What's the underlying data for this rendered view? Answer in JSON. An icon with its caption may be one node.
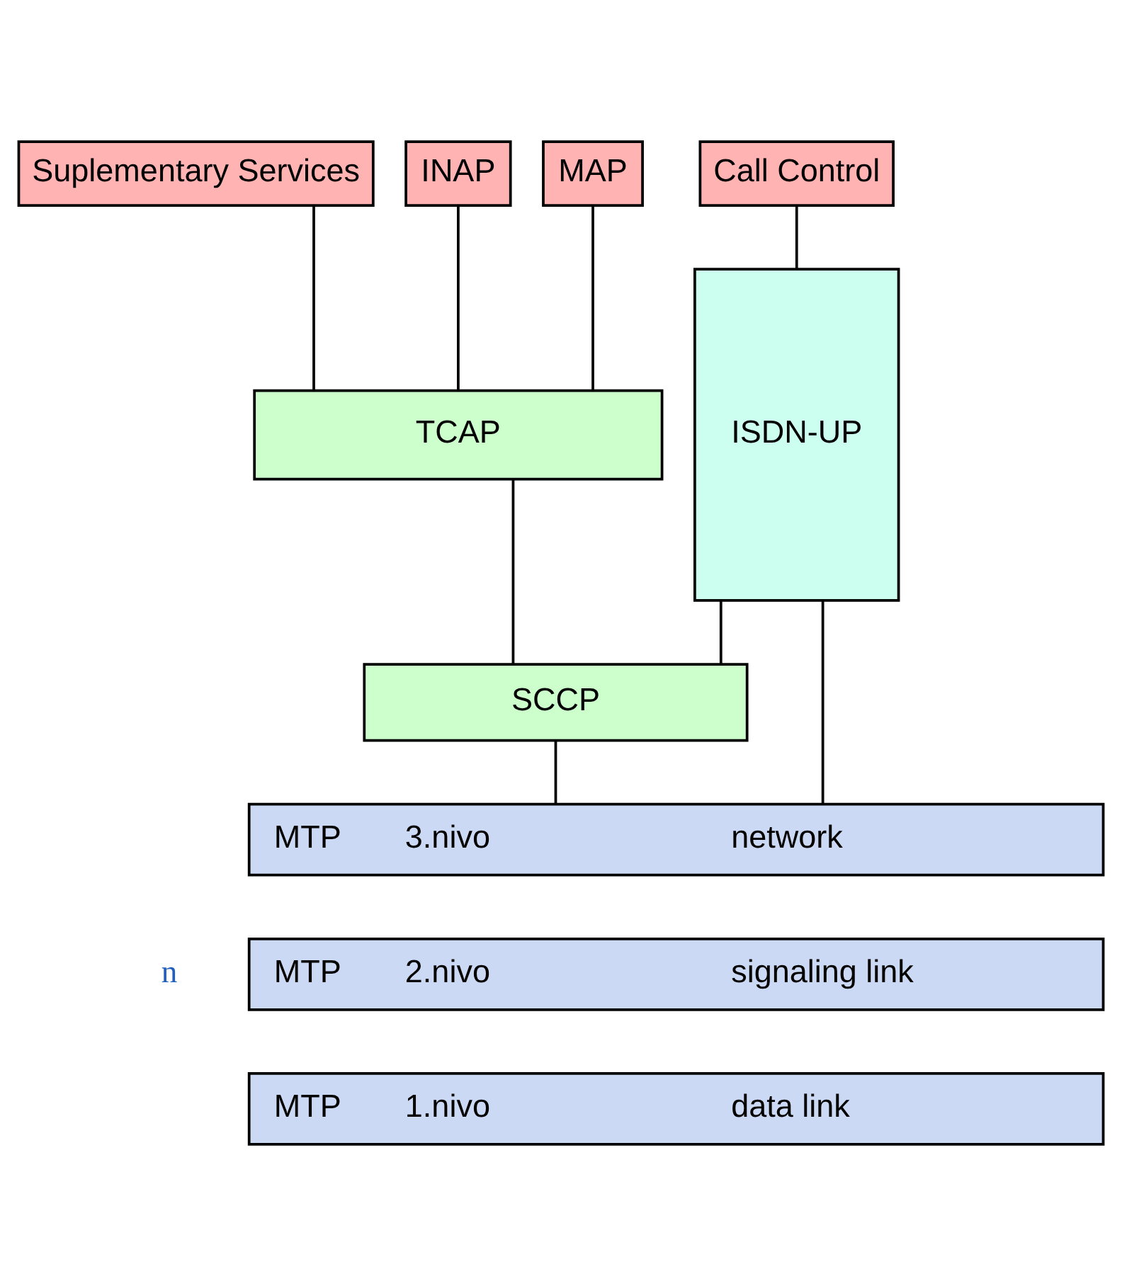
{
  "diagram": {
    "nodes": [
      {
        "text": [
          "Suplementary Services"
        ]
      },
      {
        "text": [
          "INAP"
        ]
      },
      {
        "text": [
          "MAP"
        ]
      },
      {
        "text": [
          "Call Control"
        ]
      },
      {
        "text": [
          "TCAP"
        ]
      },
      {
        "text": [
          "ISDN-UP"
        ]
      },
      {
        "text": [
          "SCCP"
        ]
      },
      {
        "text": [
          "MTP",
          "3.nivo",
          "network"
        ]
      },
      {
        "text": [
          "MTP",
          "2.nivo",
          "signaling link"
        ]
      },
      {
        "text": [
          "MTP",
          "1.nivo",
          "data link"
        ]
      }
    ],
    "edges": [
      {
        "from": 0,
        "to": 4,
        "arrow": "none"
      },
      {
        "from": 1,
        "to": 4,
        "arrow": "none"
      },
      {
        "from": 2,
        "to": 4,
        "arrow": "none"
      },
      {
        "from": 3,
        "to": 5,
        "arrow": "none"
      },
      {
        "from": 4,
        "to": 6,
        "arrow": "none"
      },
      {
        "from": 5,
        "to": 6,
        "arrow": "none"
      },
      {
        "from": 6,
        "to": 7,
        "arrow": "none"
      },
      {
        "from": 5,
        "to": 7,
        "arrow": "none"
      }
    ],
    "labels": [
      "n"
    ]
  }
}
